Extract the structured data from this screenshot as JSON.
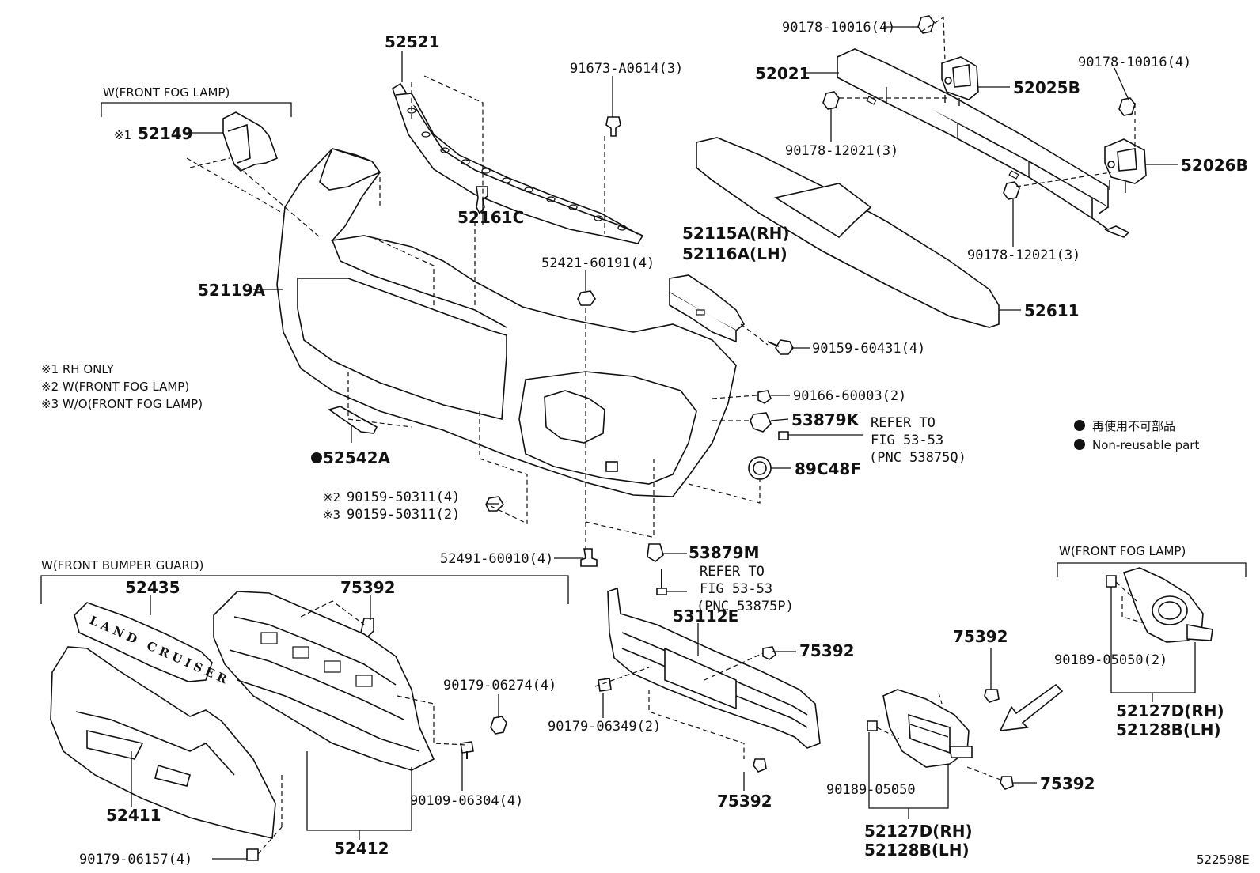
{
  "diagram": {
    "part_labels": {
      "p52521": "52521",
      "p91673": "91673-A0614(3)",
      "p90178_10016_a": "90178-10016(4)",
      "p52021": "52021",
      "p52025B": "52025B",
      "p90178_10016_b": "90178-10016(4)",
      "p52026B": "52026B",
      "p90178_12021_a": "90178-12021(3)",
      "p90178_12021_b": "90178-12021(3)",
      "p52611": "52611",
      "p52149": "52149",
      "p52161C": "52161C",
      "p52115A": "52115A(RH)",
      "p52116A": "52116A(LH)",
      "p52421": "52421-60191(4)",
      "p52119A": "52119A",
      "p90159_60431": "90159-60431(4)",
      "p90166": "90166-60003(2)",
      "p53879K": "53879K",
      "p89C48F": "89C48F",
      "p52542A": "52542A",
      "p90159_50311_a": "90159-50311(4)",
      "p90159_50311_b": "90159-50311(2)",
      "p52491": "52491-60010(4)",
      "p53879M": "53879M",
      "p52435": "52435",
      "p75392_a": "75392",
      "p53112E": "53112E",
      "p75392_b": "75392",
      "p75392_c": "75392",
      "p90179_06274": "90179-06274(4)",
      "p90179_06349": "90179-06349(2)",
      "p90109": "90109-06304(4)",
      "p52411": "52411",
      "p52412": "52412",
      "p90179_06157": "90179-06157(4)",
      "p75392_d": "75392",
      "p90189_05050_a": "90189-05050(2)",
      "p52127D_a": "52127D(RH)",
      "p52128B_a": "52128B(LH)",
      "p75392_e": "75392",
      "p90189_05050_b": "90189-05050",
      "p52127D_b": "52127D(RH)",
      "p52128B_b": "52128B(LH)"
    },
    "refer_k": [
      "REFER TO",
      "FIG 53-53",
      "(PNC 53875Q)"
    ],
    "refer_m": [
      "REFER TO",
      "FIG 53-53",
      "(PNC 53875P)"
    ],
    "group_labels": {
      "fog_left": "W(FRONT FOG LAMP)",
      "fog_right": "W(FRONT FOG LAMP)",
      "bumper_guard": "W(FRONT BUMPER GUARD)"
    },
    "notes": {
      "n1": "※1 RH ONLY",
      "n2": "※2 W(FRONT FOG LAMP)",
      "n3": "※3 W/O(FRONT FOG LAMP)"
    },
    "marks": {
      "m1": "※1",
      "m2": "※2",
      "m3": "※3"
    },
    "legend": {
      "jp": "再使用不可部品",
      "en": "Non-reusable part"
    },
    "emblem_text": "LAND CRUISER",
    "figure_id": "522598E"
  }
}
